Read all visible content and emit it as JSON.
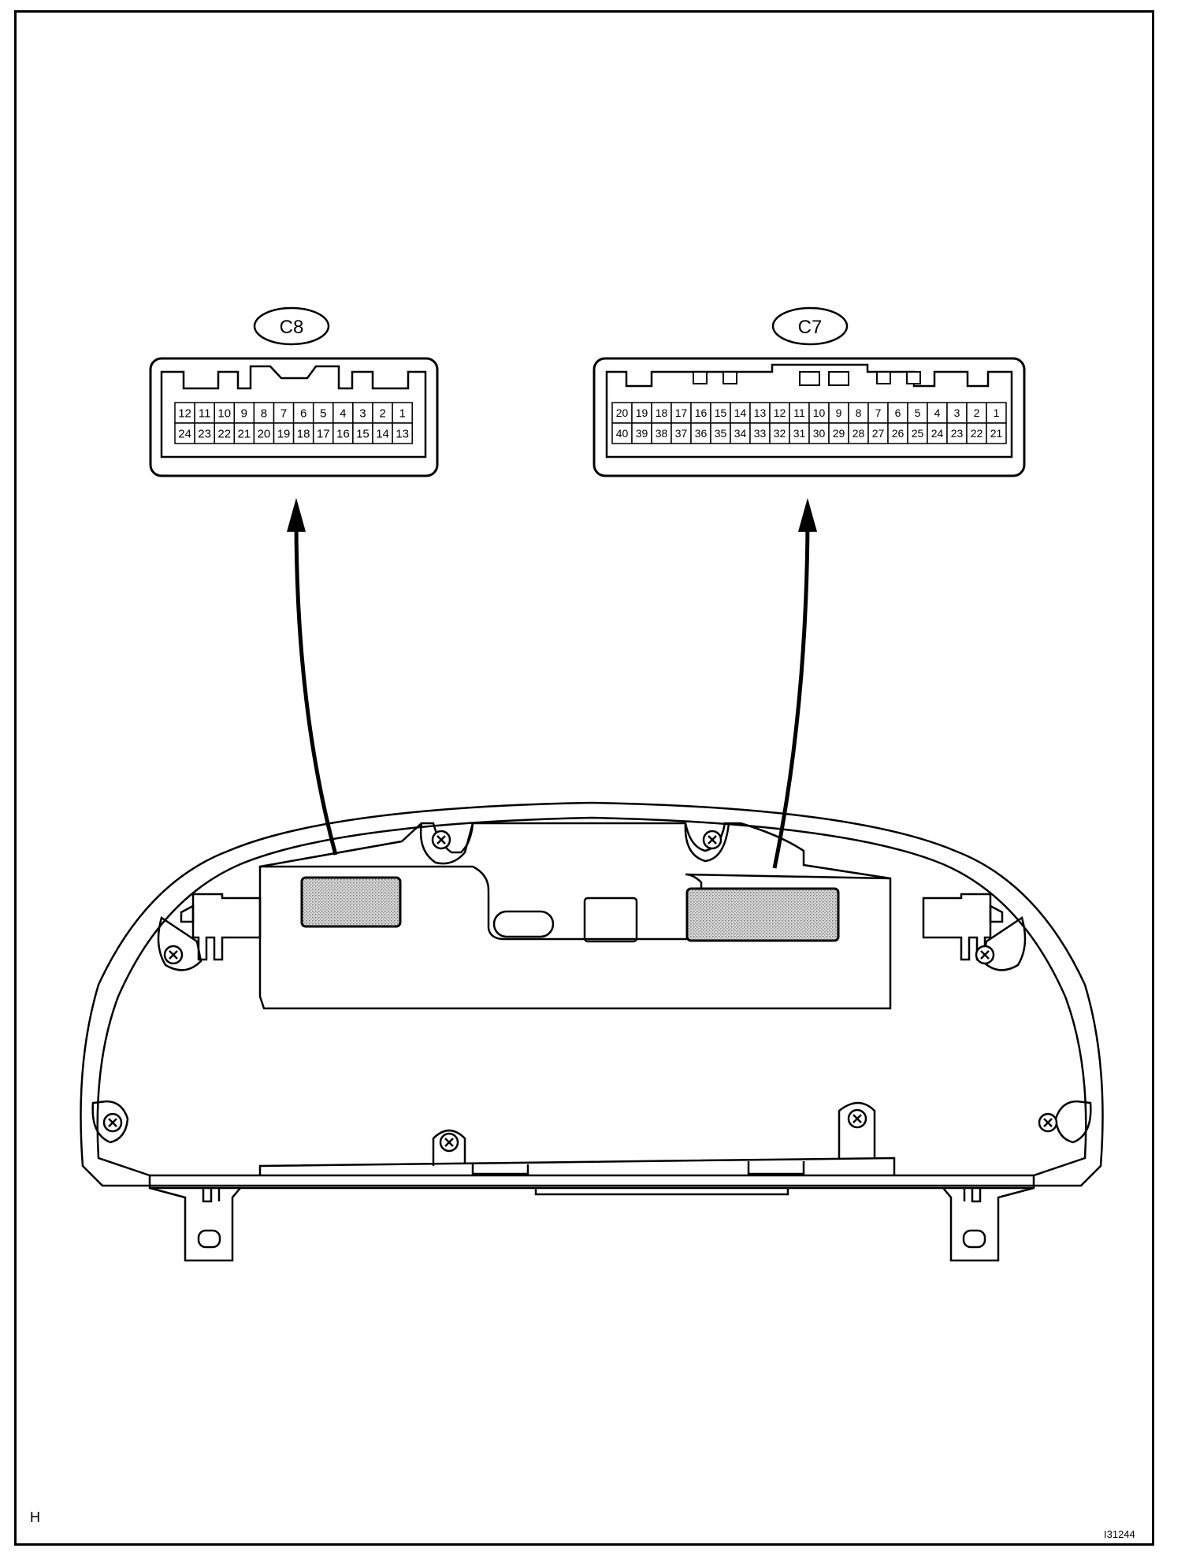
{
  "figure": {
    "letter": "H",
    "id": "I31244"
  },
  "connectors": [
    {
      "label": "C8",
      "top_row": [
        "12",
        "11",
        "10",
        "9",
        "8",
        "7",
        "6",
        "5",
        "4",
        "3",
        "2",
        "1"
      ],
      "bottom_row": [
        "24",
        "23",
        "22",
        "21",
        "20",
        "19",
        "18",
        "17",
        "16",
        "15",
        "14",
        "13"
      ]
    },
    {
      "label": "C7",
      "top_row": [
        "20",
        "19",
        "18",
        "17",
        "16",
        "15",
        "14",
        "13",
        "12",
        "11",
        "10",
        "9",
        "8",
        "7",
        "6",
        "5",
        "4",
        "3",
        "2",
        "1"
      ],
      "bottom_row": [
        "40",
        "39",
        "38",
        "37",
        "36",
        "35",
        "34",
        "33",
        "32",
        "31",
        "30",
        "29",
        "28",
        "27",
        "26",
        "25",
        "24",
        "23",
        "22",
        "21"
      ]
    }
  ]
}
